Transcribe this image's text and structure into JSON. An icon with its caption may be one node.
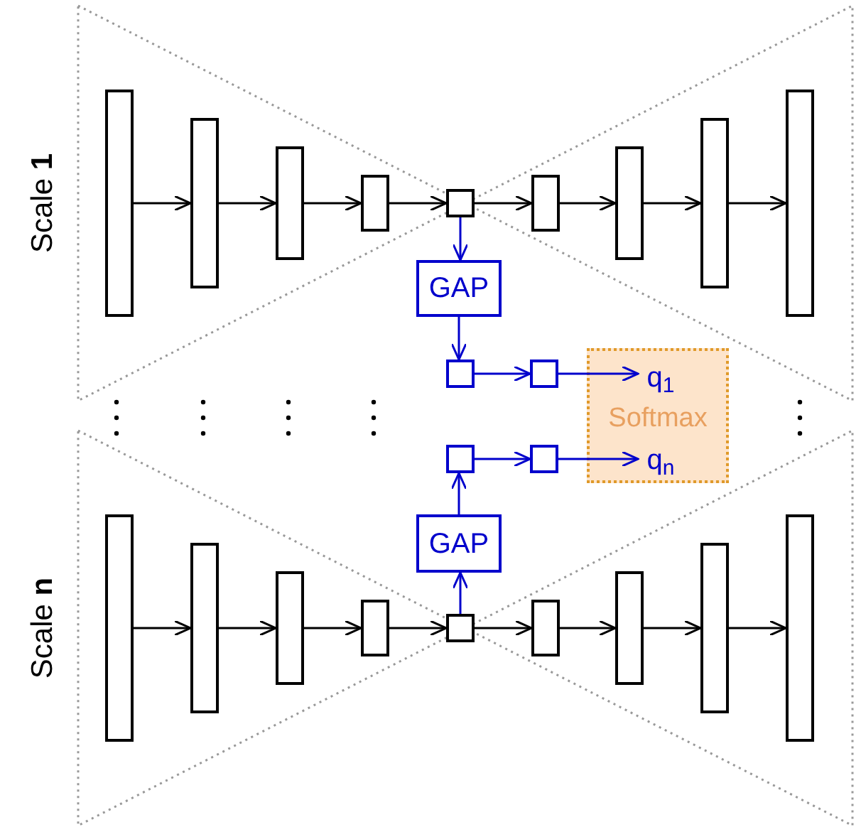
{
  "diagram": {
    "nodes": [
      {
        "text": [],
        "shape": "bar"
      },
      {
        "text": [],
        "shape": "bar"
      },
      {
        "text": [],
        "shape": "bar"
      },
      {
        "text": [],
        "shape": "bar"
      },
      {
        "text": [],
        "shape": "box"
      },
      {
        "text": [],
        "shape": "bar"
      },
      {
        "text": [],
        "shape": "bar"
      },
      {
        "text": [],
        "shape": "bar"
      },
      {
        "text": [],
        "shape": "bar"
      },
      {
        "text": [
          "GAP"
        ]
      },
      {
        "text": [],
        "shape": "box"
      },
      {
        "text": [],
        "shape": "box"
      },
      {
        "text": [
          "Softmax"
        ]
      },
      {
        "text": [
          "q$_{1}$"
        ],
        "in": 12
      },
      {
        "text": [
          "q$_{n}$"
        ],
        "in": 12
      },
      {
        "text": [],
        "shape": "box"
      },
      {
        "text": [],
        "shape": "box"
      },
      {
        "text": [
          "GAP"
        ]
      },
      {
        "text": [],
        "shape": "bar"
      },
      {
        "text": [],
        "shape": "bar"
      },
      {
        "text": [],
        "shape": "bar"
      },
      {
        "text": [],
        "shape": "bar"
      },
      {
        "text": [],
        "shape": "box"
      },
      {
        "text": [],
        "shape": "bar"
      },
      {
        "text": [],
        "shape": "bar"
      },
      {
        "text": [],
        "shape": "bar"
      },
      {
        "text": [],
        "shape": "bar"
      }
    ],
    "edges": [
      {
        "from": 0,
        "to": 1,
        "arrow": "to"
      },
      {
        "from": 1,
        "to": 2,
        "arrow": "to"
      },
      {
        "from": 2,
        "to": 3,
        "arrow": "to"
      },
      {
        "from": 3,
        "to": 4,
        "arrow": "to"
      },
      {
        "from": 4,
        "to": 5,
        "arrow": "to"
      },
      {
        "from": 5,
        "to": 6,
        "arrow": "to"
      },
      {
        "from": 6,
        "to": 7,
        "arrow": "to"
      },
      {
        "from": 7,
        "to": 8,
        "arrow": "to"
      },
      {
        "from": 4,
        "to": 9,
        "arrow": "to",
        "color": "#0000cc"
      },
      {
        "from": 9,
        "to": 10,
        "arrow": "to",
        "color": "#0000cc"
      },
      {
        "from": 10,
        "to": 11,
        "arrow": "to",
        "color": "#0000cc"
      },
      {
        "from": 11,
        "to": 13,
        "arrow": "to",
        "color": "#0000cc"
      },
      {
        "from": 22,
        "to": 17,
        "arrow": "to",
        "color": "#0000cc"
      },
      {
        "from": 17,
        "to": 15,
        "arrow": "to",
        "color": "#0000cc"
      },
      {
        "from": 15,
        "to": 16,
        "arrow": "to",
        "color": "#0000cc"
      },
      {
        "from": 16,
        "to": 14,
        "arrow": "to",
        "color": "#0000cc"
      },
      {
        "from": 18,
        "to": 19,
        "arrow": "to"
      },
      {
        "from": 19,
        "to": 20,
        "arrow": "to"
      },
      {
        "from": 20,
        "to": 21,
        "arrow": "to"
      },
      {
        "from": 21,
        "to": 22,
        "arrow": "to"
      },
      {
        "from": 22,
        "to": 23,
        "arrow": "to"
      },
      {
        "from": 23,
        "to": 24,
        "arrow": "to"
      },
      {
        "from": 24,
        "to": 25,
        "arrow": "to"
      },
      {
        "from": 25,
        "to": 26,
        "arrow": "to"
      }
    ],
    "labels": [
      "Scale **1**",
      "Scale **n**"
    ]
  }
}
